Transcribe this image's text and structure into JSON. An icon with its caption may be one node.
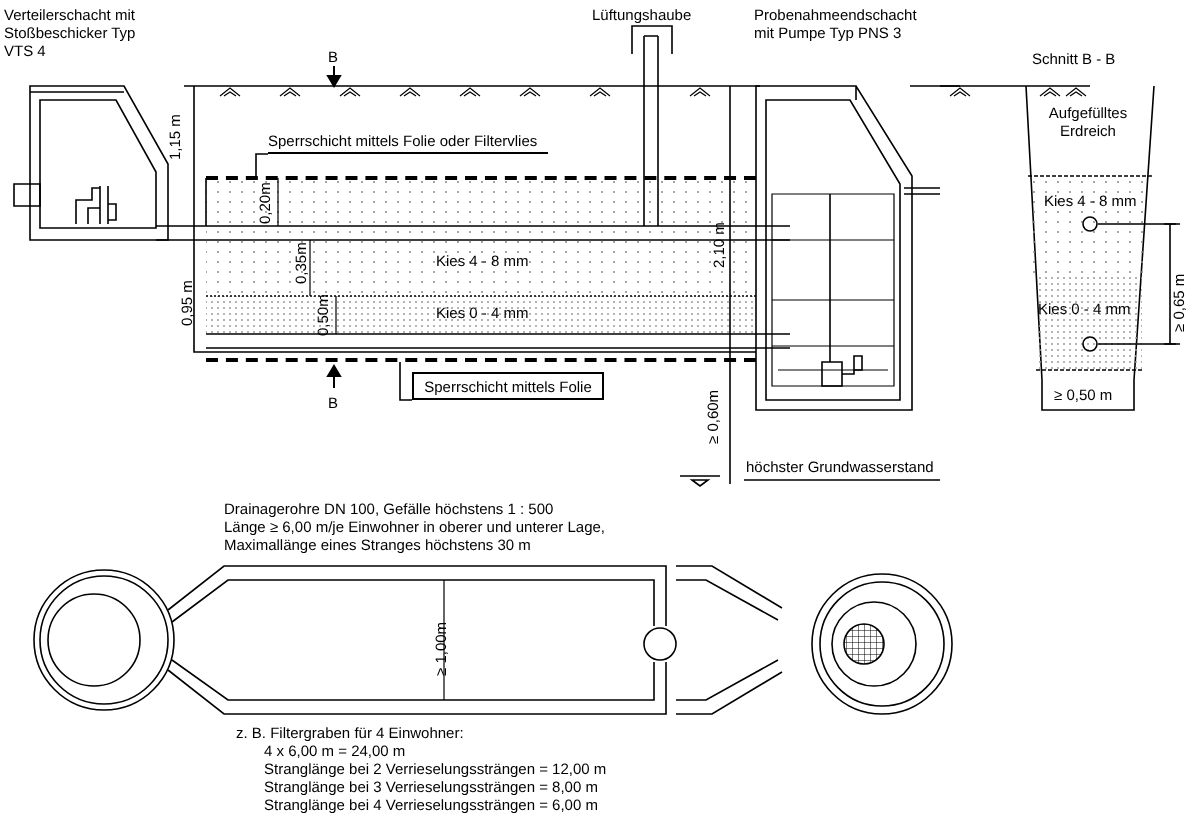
{
  "diagram": {
    "nodes": [
      {
        "text": [
          "Sperrschicht mittels Folie oder Filtervlies"
        ]
      },
      {
        "text": [],
        "shape": "bar"
      },
      {
        "text": [],
        "shape": "bar"
      },
      {
        "text": [
          "Sperrschicht mittels Folie"
        ]
      }
    ],
    "edges": [
      {
        "from": 0,
        "to": 1,
        "arrow": "none"
      },
      {
        "from": 3,
        "to": 2,
        "arrow": "none"
      }
    ],
    "labels": [
      "Verteilerschacht mit Stoßbeschicker Typ VTS 4",
      "Lüftungshaube",
      "Probenahmeendschacht mit Pumpe Typ PNS 3",
      "B",
      "Schnitt B - B",
      "1,15 m",
      "Aufgefülltes Erdreich",
      "0,20m",
      "Kies 4 - 8 mm",
      "0,35m",
      "Kies 4 - 8 mm",
      "2,10 m",
      "0,95 m",
      "0,50m",
      "Kies 0 - 4 mm",
      "Kies 0 - 4 mm",
      "≥ 0,65 m",
      "B",
      "≥ 0,50 m",
      "≥ 0,60m",
      "höchster Grundwasserstand",
      "Drainagerohre DN 100, Gefälle höchstens 1 : 500",
      "Länge ≥ 6,00 m/je Einwohner in oberer und unterer Lage,",
      "Maximallänge eines Stranges höchstens 30 m",
      "≥ 1,00m",
      "z. B. Filtergraben für 4 Einwohner:",
      "4 x 6,00 m = 24,00 m",
      "Stranglänge bei 2 Verrieselungssträngen = 12,00 m",
      "Stranglänge bei 3 Verrieselungssträngen = 8,00 m",
      "Stranglänge bei 4 Verrieselungssträngen = 6,00 m"
    ]
  }
}
